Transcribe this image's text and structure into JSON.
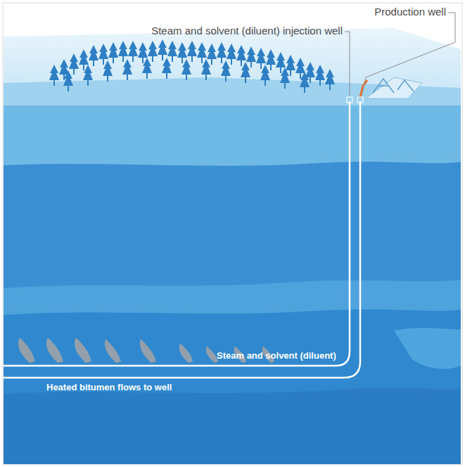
{
  "diagram": {
    "labels": [
      "Production well",
      "Steam and solvent (diluent) injection well",
      "Steam and solvent (diluent)",
      "Heated bitumen flows to well"
    ]
  }
}
